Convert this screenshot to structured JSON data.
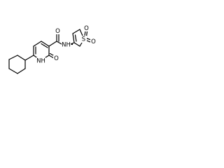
{
  "structure": {
    "atom_labels": {
      "amide_oxygen": "O",
      "amide_nh": "NH",
      "ring_nh": "NH",
      "ring_oxygen": "O",
      "sulfone_sulfur": "S",
      "sulfone_oxygen_top": "O",
      "sulfone_oxygen_right": "O"
    }
  }
}
